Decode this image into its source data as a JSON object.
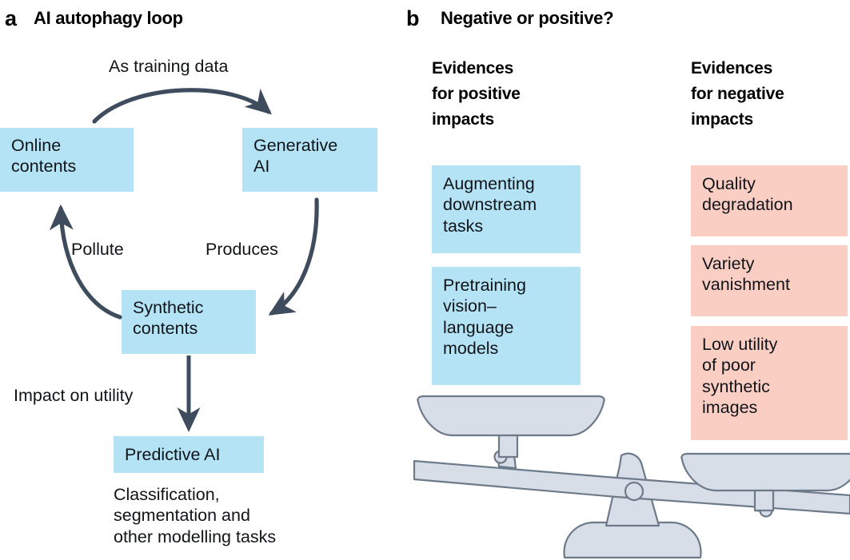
{
  "panel_a": {
    "letter": "a",
    "title": "AI autophagy loop",
    "nodes": {
      "online_contents": "Online\ncontents",
      "generative_ai": "Generative\nAI",
      "synthetic_contents": "Synthetic\ncontents",
      "predictive_ai": "Predictive AI"
    },
    "edge_labels": {
      "as_training_data": "As training data",
      "pollute": "Pollute",
      "produces": "Produces",
      "impact_on_utility": "Impact on utility"
    },
    "caption": "Classification,\nsegmentation and\nother modelling tasks"
  },
  "panel_b": {
    "letter": "b",
    "title": "Negative or positive?",
    "columns": [
      {
        "heading": "Evidences\nfor positive\nimpacts",
        "items": [
          "Augmenting\ndownstream\ntasks",
          "Pretraining\nvision–\nlanguage\nmodels"
        ]
      },
      {
        "heading": "Evidences\nfor negative\nimpacts",
        "items": [
          "Quality\ndegradation",
          "Variety\nvanishment",
          "Low utility\nof poor\nsynthetic\nimages"
        ]
      }
    ],
    "scale_icon": "balance-scale-icon"
  },
  "colors": {
    "positive_fill": "#b3e3f5",
    "negative_fill": "#fbcec4",
    "arrow": "#3f4c5e",
    "text": "#111418",
    "scale_fill": "#d8dee7",
    "scale_stroke": "#6d7a8a",
    "background": "#ffffff"
  }
}
